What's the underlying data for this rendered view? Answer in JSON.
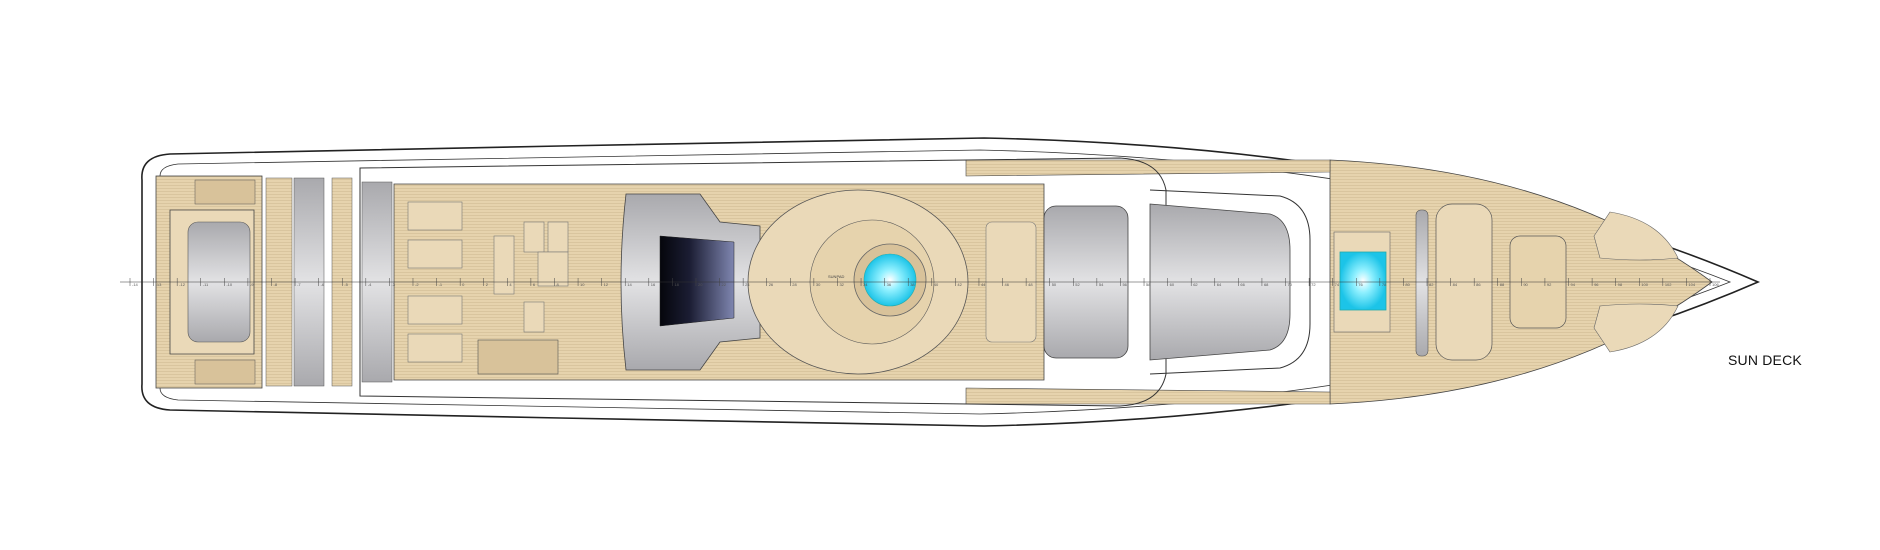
{
  "title": "SUN DECK",
  "sunpad_label": "SUNPAD",
  "colors": {
    "teak": "#e6d3ad",
    "teak_dark": "#d8c29a",
    "cushion": "#ead9b8",
    "glass_gray": "#c9c9cc",
    "pool": "#35d6f2",
    "hull_line": "#222222",
    "dark_glass": "#14162a"
  },
  "frame_numbers": [
    "-14",
    "-13",
    "-12",
    "-11",
    "-10",
    "-9",
    "-8",
    "-7",
    "-6",
    "-5",
    "-4",
    "-3",
    "-2",
    "-1",
    "0",
    "2",
    "4",
    "6",
    "8",
    "10",
    "12",
    "14",
    "16",
    "18",
    "20",
    "22",
    "24",
    "26",
    "28",
    "30",
    "32",
    "34",
    "36",
    "38",
    "40",
    "42",
    "44",
    "46",
    "48",
    "50",
    "52",
    "54",
    "56",
    "58",
    "60",
    "62",
    "64",
    "66",
    "68",
    "70",
    "72",
    "74",
    "76",
    "78",
    "80",
    "82",
    "84",
    "86",
    "88",
    "90",
    "92",
    "94",
    "96",
    "98",
    "100",
    "102",
    "104",
    "106"
  ]
}
